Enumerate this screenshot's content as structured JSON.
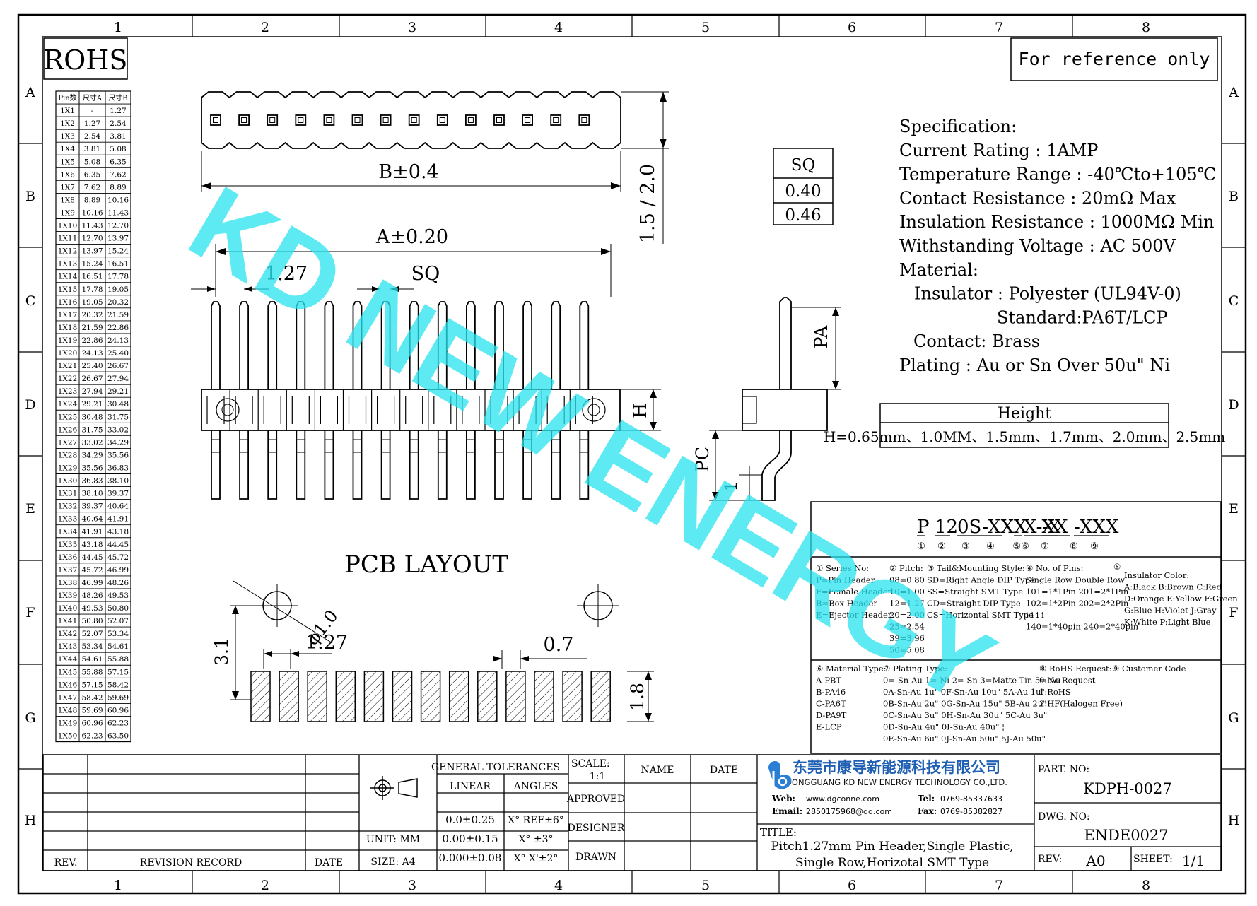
{
  "border": {
    "columns": [
      "1",
      "2",
      "3",
      "4",
      "5",
      "6",
      "7",
      "8"
    ],
    "rows": [
      "A",
      "B",
      "C",
      "D",
      "E",
      "F",
      "G",
      "H"
    ]
  },
  "rohs_label": "ROHS",
  "reference_note": "For reference only",
  "watermark": "KD NEW ENERGY",
  "pin_table": {
    "headers": [
      "Pin数",
      "尺寸A",
      "尺寸B"
    ],
    "rows": [
      [
        "1X1",
        "-",
        "1.27"
      ],
      [
        "1X2",
        "1.27",
        "2.54"
      ],
      [
        "1X3",
        "2.54",
        "3.81"
      ],
      [
        "1X4",
        "3.81",
        "5.08"
      ],
      [
        "1X5",
        "5.08",
        "6.35"
      ],
      [
        "1X6",
        "6.35",
        "7.62"
      ],
      [
        "1X7",
        "7.62",
        "8.89"
      ],
      [
        "1X8",
        "8.89",
        "10.16"
      ],
      [
        "1X9",
        "10.16",
        "11.43"
      ],
      [
        "1X10",
        "11.43",
        "12.70"
      ],
      [
        "1X11",
        "12.70",
        "13.97"
      ],
      [
        "1X12",
        "13.97",
        "15.24"
      ],
      [
        "1X13",
        "15.24",
        "16.51"
      ],
      [
        "1X14",
        "16.51",
        "17.78"
      ],
      [
        "1X15",
        "17.78",
        "19.05"
      ],
      [
        "1X16",
        "19.05",
        "20.32"
      ],
      [
        "1X17",
        "20.32",
        "21.59"
      ],
      [
        "1X18",
        "21.59",
        "22.86"
      ],
      [
        "1X19",
        "22.86",
        "24.13"
      ],
      [
        "1X20",
        "24.13",
        "25.40"
      ],
      [
        "1X21",
        "25.40",
        "26.67"
      ],
      [
        "1X22",
        "26.67",
        "27.94"
      ],
      [
        "1X23",
        "27.94",
        "29.21"
      ],
      [
        "1X24",
        "29.21",
        "30.48"
      ],
      [
        "1X25",
        "30.48",
        "31.75"
      ],
      [
        "1X26",
        "31.75",
        "33.02"
      ],
      [
        "1X27",
        "33.02",
        "34.29"
      ],
      [
        "1X28",
        "34.29",
        "35.56"
      ],
      [
        "1X29",
        "35.56",
        "36.83"
      ],
      [
        "1X30",
        "36.83",
        "38.10"
      ],
      [
        "1X31",
        "38.10",
        "39.37"
      ],
      [
        "1X32",
        "39.37",
        "40.64"
      ],
      [
        "1X33",
        "40.64",
        "41.91"
      ],
      [
        "1X34",
        "41.91",
        "43.18"
      ],
      [
        "1X35",
        "43.18",
        "44.45"
      ],
      [
        "1X36",
        "44.45",
        "45.72"
      ],
      [
        "1X37",
        "45.72",
        "46.99"
      ],
      [
        "1X38",
        "46.99",
        "48.26"
      ],
      [
        "1X39",
        "48.26",
        "49.53"
      ],
      [
        "1X40",
        "49.53",
        "50.80"
      ],
      [
        "1X41",
        "50.80",
        "52.07"
      ],
      [
        "1X42",
        "52.07",
        "53.34"
      ],
      [
        "1X43",
        "53.34",
        "54.61"
      ],
      [
        "1X44",
        "54.61",
        "55.88"
      ],
      [
        "1X45",
        "55.88",
        "57.15"
      ],
      [
        "1X46",
        "57.15",
        "58.42"
      ],
      [
        "1X47",
        "58.42",
        "59.69"
      ],
      [
        "1X48",
        "59.69",
        "60.96"
      ],
      [
        "1X49",
        "60.96",
        "62.23"
      ],
      [
        "1X50",
        "62.23",
        "63.50"
      ]
    ]
  },
  "dimensions": {
    "b_width": "B±0.4",
    "side_height": "1.5 / 2.0",
    "a_width": "A±0.20",
    "pitch": "1.27",
    "sq": "SQ",
    "pa": "PA",
    "h": "H",
    "pc": "PC",
    "one": "1",
    "hole_dia": "φ1.0",
    "layout_pitch": "1.27",
    "pad_width": "0.7",
    "pad_length": "1.8",
    "pad_offset": "3.1"
  },
  "pcb_layout_title": "PCB LAYOUT",
  "sq_table": {
    "header": "SQ",
    "values": [
      "0.40",
      "0.46"
    ]
  },
  "specification": {
    "lines": [
      "Specification:",
      "Current Rating : 1AMP",
      "Temperature Range : -40℃to+105℃",
      "Contact Resistance : 20mΩ Max",
      "Insulation Resistance : 1000MΩ Min",
      "Withstanding Voltage : AC 500V",
      "Material:",
      "Insulator : Polyester (UL94V-0)",
      "Standard:PA6T/LCP",
      "Contact: Brass",
      "Plating : Au or Sn Over 50u\" Ni"
    ]
  },
  "height_table": {
    "header": "Height",
    "values": "H=0.65mm、1.0MM、1.5mm、1.7mm、2.0mm、2.5mm"
  },
  "part_code": {
    "segments": [
      "P",
      "12",
      "0S-XXX",
      "X",
      "X-XX",
      "-X",
      "-XXX"
    ],
    "circles": [
      "①",
      "②",
      "③",
      "④",
      "⑤⑥",
      "⑦",
      "⑧",
      "⑨"
    ],
    "col1": [
      "① Series No:",
      "P=Pin Header",
      "F=Female Header",
      "B=Box Header",
      "E=Ejector Header"
    ],
    "col2": [
      "② Pitch:",
      "08=0.80",
      "10=1.00",
      "12=1.27",
      "20=2.00",
      "25=2.54",
      "39=3.96",
      "50=5.08"
    ],
    "col3": [
      "③ Tail&Mounting Style:",
      "SD=Right Angle DIP Type",
      "SS=Straight SMT Type",
      "CD=Straight DIP Type",
      "CS=Horizontal SMT Type"
    ],
    "col4": [
      "④ No. of Pins:",
      "Single Row   Double Row",
      "101=1*1Pin   201=2*1Pin",
      "102=1*2Pin   202=2*2Pin",
      "i   i        i   i",
      "140=1*40pin  240=2*40pin"
    ],
    "col5": [
      "⑤",
      "Insulator Color:",
      "A:Black  B:Brown  C:Red",
      "D:Orange E:Yellow F:Green",
      "G:Blue   H:Violet J:Gray",
      "K:White  P:Light Blue"
    ],
    "col6": [
      "⑥ Material Type:",
      "A-PBT",
      "B-PA46",
      "C-PA6T",
      "D-PA9T",
      "E-LCP"
    ],
    "col7": [
      "⑦ Plating Type:",
      "0=-Sn-Au 1=-Ni 2=-Sn 3=Matte-Tin 5=-Au",
      "0A-Sn-Au 1u\"  0F-Sn-Au 10u\"  5A-Au 1u\"",
      "0B-Sn-Au 2u\"  0G-Sn-Au 15u\"  5B-Au 2u\"",
      "0C-Sn-Au 3u\"  0H-Sn-Au 30u\"  5C-Au 3u\"",
      "0D-Sn-Au 4u\"  0I-Sn-Au 40u\"     ¦",
      "0E-Sn-Au 6u\"  0J-Sn-Au 50u\"  5J-Au 50u\""
    ],
    "col8": [
      "⑧ RoHS Request:",
      "0:No Request",
      "1:RoHS",
      "2:HF(Halogen Free)"
    ],
    "col9": [
      "⑨ Customer Code"
    ]
  },
  "title_block": {
    "rev": "REV.",
    "revision_record": "REVISION RECORD",
    "date": "DATE",
    "general_tolerances": "GENERAL TOLERANCES",
    "linear": "LINEAR",
    "angles": "ANGLES",
    "tol_rows": [
      [
        "0.0±0.25",
        "X° REF±6°"
      ],
      [
        "0.00±0.15",
        "X° ±3°"
      ],
      [
        "0.000±0.08",
        "X° X'±2°"
      ]
    ],
    "unit": "UNIT: MM",
    "size": "SIZE: A4",
    "scale_label": "SCALE:",
    "scale_value": "1:1",
    "name": "NAME",
    "date2": "DATE",
    "approved": "APPROVED",
    "designer": "DESIGNER",
    "drawn": "DRAWN",
    "company_cn": "东莞市康导新能源科技有限公司",
    "company_en": "DONGGUANG KD NEW ENERGY TECHNOLOGY CO.,LTD.",
    "web_label": "Web:",
    "web": "www.dgconne.com",
    "tel_label": "Tel:",
    "tel": "0769-85337633",
    "email_label": "Email:",
    "email": "2850175968@qq.com",
    "fax_label": "Fax:",
    "fax": "0769-85382827",
    "title_label": "TITLE:",
    "title_line1": "Pitch1.27mm Pin Header,Single Plastic,",
    "title_line2": "Single Row,Horizotal SMT Type",
    "part_no_label": "PART. NO:",
    "part_no": "KDPH-0027",
    "dwg_no_label": "DWG. NO:",
    "dwg_no": "ENDE0027",
    "rev_label": "REV:",
    "rev_value": "A0",
    "sheet_label": "SHEET:",
    "sheet_value": "1/1"
  }
}
